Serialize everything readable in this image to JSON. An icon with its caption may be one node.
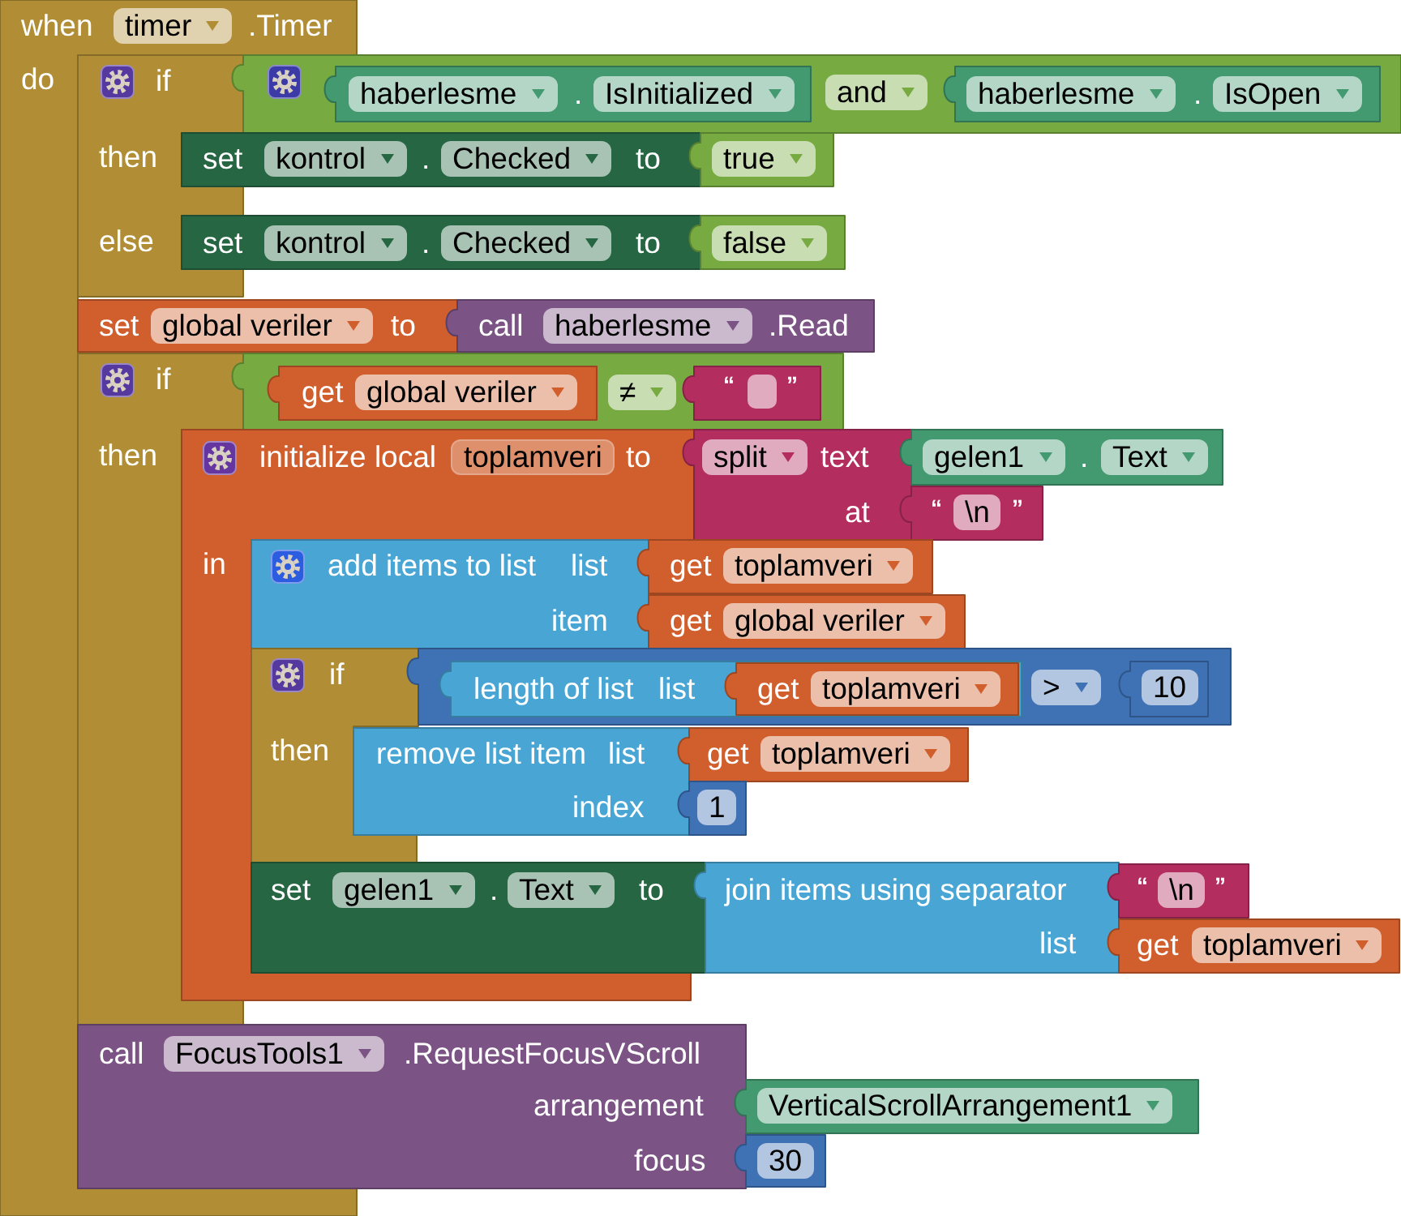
{
  "diagram": {
    "nodes": [
      {
        "text": [
          "when",
          "timer",
          ".Timer",
          "do"
        ]
      },
      {
        "text": [
          "if",
          "then",
          "else"
        ]
      },
      {
        "text": [
          "and"
        ]
      },
      {
        "text": [
          "haberlesme",
          ".",
          "IsInitialized"
        ],
        "in": 2
      },
      {
        "text": [
          "haberlesme",
          ".",
          "IsOpen"
        ],
        "in": 2
      },
      {
        "text": [
          "set",
          "kontrol",
          ".",
          "Checked",
          "to"
        ]
      },
      {
        "text": [
          "true"
        ]
      },
      {
        "text": [
          "set",
          "kontrol",
          ".",
          "Checked",
          "to"
        ]
      },
      {
        "text": [
          "false"
        ]
      },
      {
        "text": [
          "set",
          "global veriler",
          "to"
        ]
      },
      {
        "text": [
          "call",
          "haberlesme",
          ".Read"
        ]
      },
      {
        "text": [
          "if",
          "then"
        ]
      },
      {
        "text": [
          "≠"
        ]
      },
      {
        "text": [
          "get",
          "global veriler"
        ],
        "in": 12
      },
      {
        "text": [
          "“",
          "”"
        ],
        "in": 12
      },
      {
        "text": [
          "initialize local",
          "toplamveri",
          "to",
          "in"
        ]
      },
      {
        "text": [
          "split",
          "text",
          "at"
        ]
      },
      {
        "text": [
          "gelen1",
          ".",
          "Text"
        ]
      },
      {
        "text": [
          "“",
          "\\n",
          "”"
        ]
      },
      {
        "text": [
          "add items to list",
          "list",
          "item"
        ]
      },
      {
        "text": [
          "get",
          "toplamveri"
        ]
      },
      {
        "text": [
          "get",
          "global veriler"
        ]
      },
      {
        "text": [
          "if",
          "then"
        ]
      },
      {
        "text": [
          ">"
        ]
      },
      {
        "text": [
          "length of list",
          "list"
        ],
        "in": 23
      },
      {
        "text": [
          "get",
          "toplamveri"
        ],
        "in": 24
      },
      {
        "text": [
          "10"
        ],
        "in": 23
      },
      {
        "text": [
          "remove list item",
          "list",
          "index"
        ]
      },
      {
        "text": [
          "get",
          "toplamveri"
        ]
      },
      {
        "text": [
          "1"
        ]
      },
      {
        "text": [
          "set",
          "gelen1",
          ".",
          "Text",
          "to"
        ]
      },
      {
        "text": [
          "join items using separator",
          "list"
        ]
      },
      {
        "text": [
          "“",
          "\\n",
          "”"
        ]
      },
      {
        "text": [
          "get",
          "toplamveri"
        ]
      },
      {
        "text": [
          "call",
          "FocusTools1",
          ".RequestFocusVScroll",
          "arrangement",
          "focus"
        ]
      },
      {
        "text": [
          "VerticalScrollArrangement1"
        ]
      },
      {
        "text": [
          "30"
        ]
      }
    ]
  }
}
